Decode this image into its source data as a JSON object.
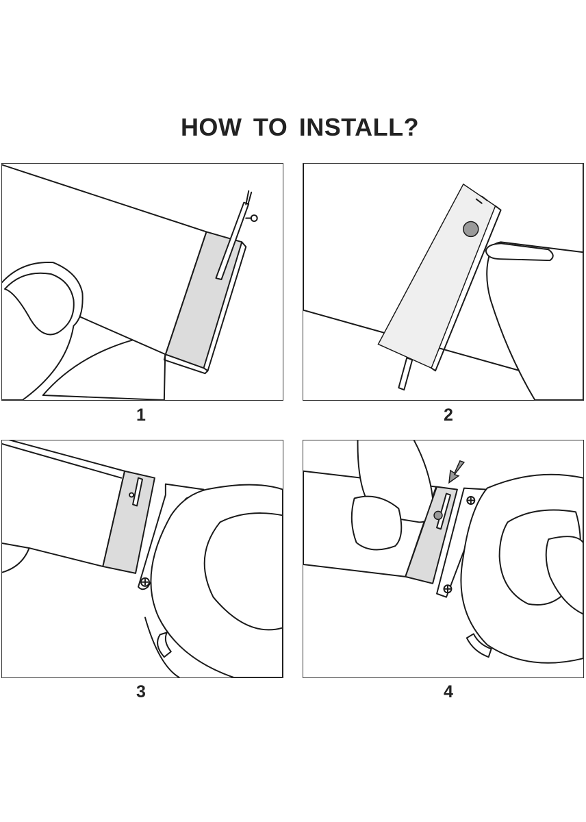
{
  "title": "HOW TO INSTALL?",
  "steps": [
    {
      "label": "1"
    },
    {
      "label": "2"
    },
    {
      "label": "3"
    },
    {
      "label": "4"
    }
  ],
  "colors": {
    "line": "#1a1a1a",
    "panel_border": "#333333",
    "metal": "#dcdcdc",
    "background": "#ffffff"
  }
}
